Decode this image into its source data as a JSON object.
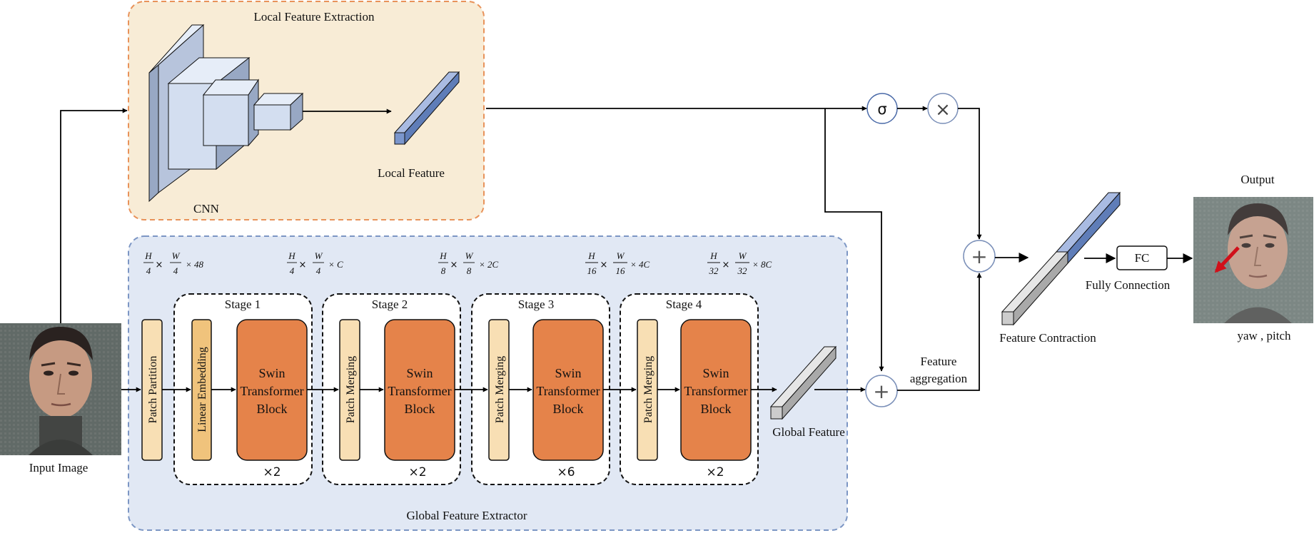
{
  "regions": {
    "local": "Local Feature Extraction",
    "global": "Global Feature Extractor"
  },
  "labels": {
    "cnn": "CNN",
    "local_feature": "Local Feature",
    "global_feature": "Global Feature",
    "input_image": "Input Image",
    "output": "Output",
    "yaw_pitch": "yaw , pitch",
    "feature_contraction": "Feature Contraction",
    "fully_connection": "Fully Connection",
    "fc": "FC",
    "feature_aggregation_1": "Feature",
    "feature_aggregation_2": "aggregation",
    "sigma": "σ",
    "times_op": "×",
    "plus_op": "+"
  },
  "blocks": {
    "patch_partition": "Patch Partition",
    "linear_embedding": "Linear Embedding",
    "patch_merging": "Patch Merging",
    "swin_1": "Swin",
    "swin_2": "Transformer",
    "swin_3": "Block"
  },
  "stages": [
    {
      "name": "Stage 1",
      "repeat": "×2"
    },
    {
      "name": "Stage 2",
      "repeat": "×2"
    },
    {
      "name": "Stage 3",
      "repeat": "×6"
    },
    {
      "name": "Stage 4",
      "repeat": "×2"
    }
  ],
  "dims": [
    {
      "h": "H",
      "hd": "4",
      "w": "W",
      "wd": "4",
      "c": "× 48"
    },
    {
      "h": "H",
      "hd": "4",
      "w": "W",
      "wd": "4",
      "c": "× C"
    },
    {
      "h": "H",
      "hd": "8",
      "w": "W",
      "wd": "8",
      "c": "× 2C"
    },
    {
      "h": "H",
      "hd": "16",
      "w": "W",
      "wd": "16",
      "c": "× 4C"
    },
    {
      "h": "H",
      "hd": "32",
      "w": "W",
      "wd": "32",
      "c": "× 8C"
    }
  ],
  "colors": {
    "local_bg": "#f8ecd6",
    "local_border": "#e8925a",
    "global_bg": "#e1e8f4",
    "global_border": "#7c96c4",
    "swin_block": "#e5834a",
    "thin_block": "#f8dfb4",
    "embed_block": "#f0c37c",
    "cube_face": "#d3def0",
    "cube_side": "#98a8c4",
    "vector_blue": "#7b96cc",
    "vector_gray": "#cccccc"
  }
}
